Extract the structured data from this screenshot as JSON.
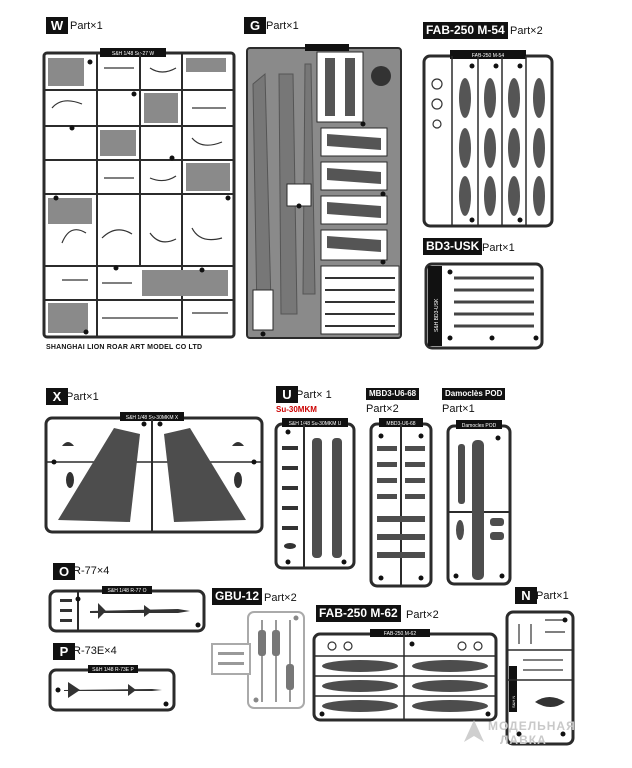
{
  "sprues": {
    "W": {
      "letter": "W",
      "qty": "Part×1",
      "banner": "S&H 1/48 Su-27 W"
    },
    "G": {
      "letter": "G",
      "qty": "Part×1"
    },
    "FAB54": {
      "name": "FAB-250 M-54",
      "qty": "Part×2",
      "banner": "FAB-250 M-54"
    },
    "BD3": {
      "name": "BD3-USK",
      "qty": "Part×1",
      "side_label": "S&H BD3-USK"
    },
    "X": {
      "letter": "X",
      "qty": "Part×1",
      "banner": "S&H 1/48 Su-30MKM X"
    },
    "U": {
      "letter": "U",
      "qty": "Part× 1",
      "note": "Su-30MKM",
      "banner": "S&H 1/48 Su-30MKM U"
    },
    "MBD": {
      "name": "MBD3-U6-68",
      "qty": "Part×2",
      "banner": "MBD3-U6-68"
    },
    "DAM": {
      "name": "Damoclès POD",
      "qty": "Part×1",
      "banner": "Damocles POD"
    },
    "O": {
      "letter": "O",
      "qty": "R-77×4",
      "banner": "S&H 1/48 R-77 O"
    },
    "P": {
      "letter": "P",
      "qty": "R-73E×4",
      "banner": "S&H 1/48 R-73E P"
    },
    "GBU": {
      "name": "GBU-12",
      "qty": "Part×2"
    },
    "FAB62": {
      "name": "FAB-250 M-62",
      "qty": "Part×2",
      "banner": "FAB-250 M-62"
    },
    "N": {
      "letter": "N",
      "qty": "Part×1",
      "side_label": "S&H N"
    }
  },
  "manufacturer": "SHANGHAI LION ROAR ART MODEL CO LTD",
  "watermark": {
    "line1": "МОДЕЛЬНАЯ",
    "line2": "ЛАВКА"
  },
  "colors": {
    "sprue_frame": "#2b2b2b",
    "part_gray": "#8a8a8a",
    "part_dark": "#4d4d4d"
  }
}
